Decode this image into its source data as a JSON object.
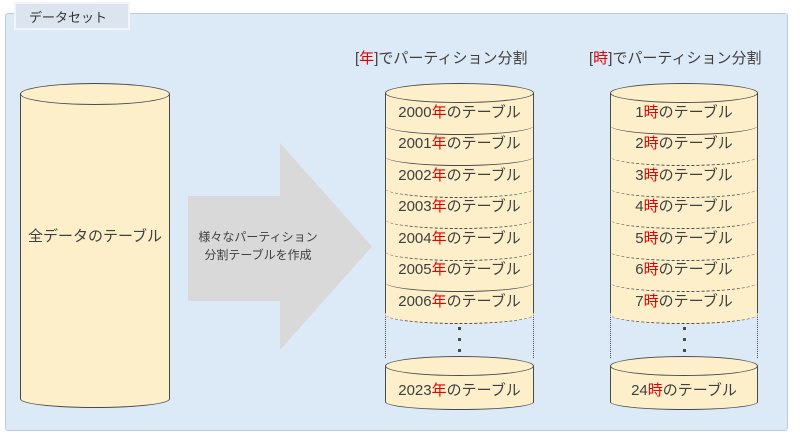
{
  "title": "データセット",
  "colors": {
    "panel_bg": "#dce9f6",
    "cylinder_fill": "#fcefca",
    "outline": "#4a4a4a",
    "accent_red": "#e60000",
    "arrow_fill": "#d9d9d9",
    "text": "#3f3f3f"
  },
  "source": {
    "label": "全データのテーブル"
  },
  "arrow": {
    "line1": "様々なパーティション",
    "line2": "分割テーブルを作成"
  },
  "year_column": {
    "header": {
      "bracket_open": "[",
      "key": "年",
      "rest": "]でパーティション分割"
    },
    "rows": [
      {
        "num": "2000",
        "unit": "年",
        "suffix": "のテーブル"
      },
      {
        "num": "2001",
        "unit": "年",
        "suffix": "のテーブル"
      },
      {
        "num": "2002",
        "unit": "年",
        "suffix": "のテーブル"
      },
      {
        "num": "2003",
        "unit": "年",
        "suffix": "のテーブル"
      },
      {
        "num": "2004",
        "unit": "年",
        "suffix": "のテーブル"
      },
      {
        "num": "2005",
        "unit": "年",
        "suffix": "のテーブル"
      },
      {
        "num": "2006",
        "unit": "年",
        "suffix": "のテーブル"
      }
    ],
    "last_row": {
      "num": "2023",
      "unit": "年",
      "suffix": "のテーブル"
    }
  },
  "hour_column": {
    "header": {
      "bracket_open": "[",
      "key": "時",
      "rest": "]でパーティション分割"
    },
    "rows": [
      {
        "num": "1",
        "unit": "時",
        "suffix": "のテーブル"
      },
      {
        "num": "2",
        "unit": "時",
        "suffix": "のテーブル"
      },
      {
        "num": "3",
        "unit": "時",
        "suffix": "のテーブル"
      },
      {
        "num": "4",
        "unit": "時",
        "suffix": "のテーブル"
      },
      {
        "num": "5",
        "unit": "時",
        "suffix": "のテーブル"
      },
      {
        "num": "6",
        "unit": "時",
        "suffix": "のテーブル"
      },
      {
        "num": "7",
        "unit": "時",
        "suffix": "のテーブル"
      }
    ],
    "last_row": {
      "num": "24",
      "unit": "時",
      "suffix": "のテーブル"
    }
  }
}
